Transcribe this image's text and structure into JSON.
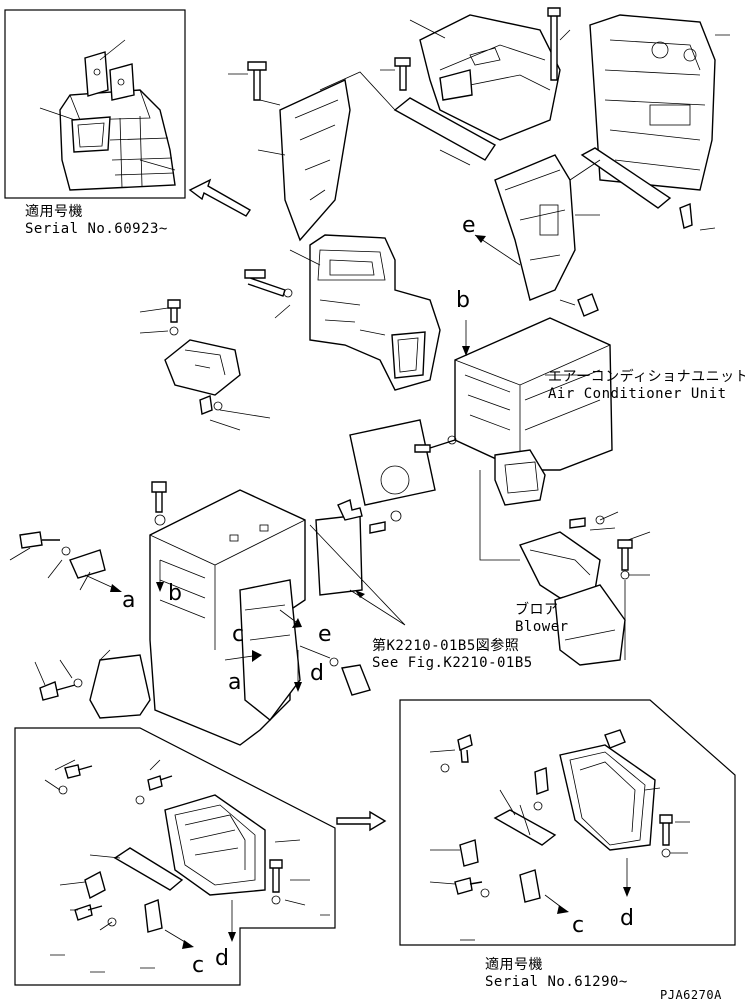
{
  "diagram": {
    "inset_top_left": {
      "applies_to_label": "適用号機",
      "serial_label": "Serial No.60923~"
    },
    "inset_bottom_right": {
      "applies_to_label": "適用号機",
      "serial_label": "Serial No.61290~"
    },
    "air_conditioner_unit": {
      "label_jp": "エアーコンディショナユニット",
      "label_en": "Air Conditioner Unit"
    },
    "blower": {
      "label_jp": "ブロア",
      "label_en": "Blower"
    },
    "reference": {
      "label_jp": "第K2210-01B5図参照",
      "label_en": "See Fig.K2210-01B5"
    },
    "callout_letters": {
      "a_left": "a",
      "a_center": "a",
      "b_top": "b",
      "b_body": "b",
      "c_center": "c",
      "c_bottom_left": "c",
      "c_bottom_right": "c",
      "d_center": "d",
      "d_bottom_left": "d",
      "d_bottom_right": "d",
      "e_top": "e",
      "e_center": "e"
    },
    "drawing_code": "PJA6270A"
  }
}
